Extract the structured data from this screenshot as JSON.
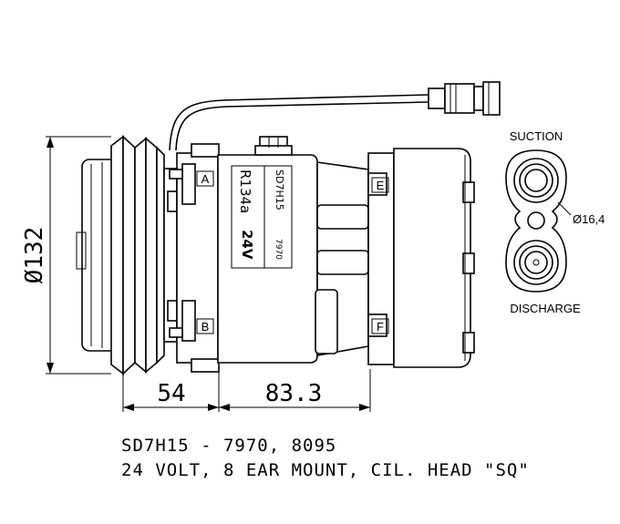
{
  "dimensions": {
    "diameter": "Ø132",
    "pulley_length": "54",
    "body_length": "83.3"
  },
  "ports": {
    "suction_label": "SUCTION",
    "discharge_label": "DISCHARGE",
    "port_diameter": "Ø16,4"
  },
  "body_labels": {
    "letter_a": "A",
    "letter_b": "B",
    "letter_e": "E",
    "letter_f": "F",
    "model": "SD7H15",
    "refrigerant": "R134a",
    "voltage": "24V",
    "part_number": "7970"
  },
  "caption": {
    "line1": "SD7H15 - 7970, 8095",
    "line2": "24 VOLT, 8 EAR MOUNT, CIL. HEAD \"SQ\""
  }
}
